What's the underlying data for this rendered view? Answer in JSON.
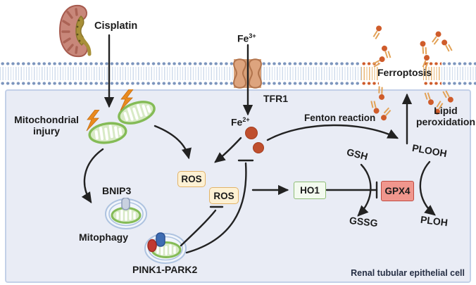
{
  "labels": {
    "cisplatin": "Cisplatin",
    "mitochondrial_injury": {
      "line1": "Mitochondrial",
      "line2": "injury"
    },
    "fe3": {
      "base": "Fe",
      "sup": "3+"
    },
    "tfr1": "TFR1",
    "fe2": {
      "base": "Fe",
      "sup": "2+"
    },
    "fenton_reaction": "Fenton reaction",
    "ferroptosis": "Ferroptosis",
    "lipid_peroxidation": {
      "line1": "Lipid",
      "line2": "peroxidation"
    },
    "bnip3": "BNIP3",
    "mitophagy": "Mitophagy",
    "pink1_park2": "PINK1-PARK2",
    "gsh": "GSH",
    "gssg": "GSSG",
    "plooh": "PLOOH",
    "ploh": "PLOH",
    "cell_name": "Renal tubular epithelial cell"
  },
  "boxes": {
    "ros1": "ROS",
    "ros2": "ROS",
    "ho1": "HO1",
    "gpx4": "GPX4"
  },
  "colors": {
    "membrane_head_blue": "#7c95bd",
    "membrane_tail_blue": "#c8d6e9",
    "damaged_lipid_orange": "#cf5c2b",
    "cell_fill": "#e9ecf5",
    "cell_border": "#c3d0e8",
    "mitochondrion_green": "#84bb56",
    "ros_box_border": "#e2b368",
    "ho1_box_border": "#8fbd77",
    "gpx4_box_fill": "#f0968d",
    "iron_dot": "#bf4f2e",
    "arrow_black": "#222222"
  }
}
